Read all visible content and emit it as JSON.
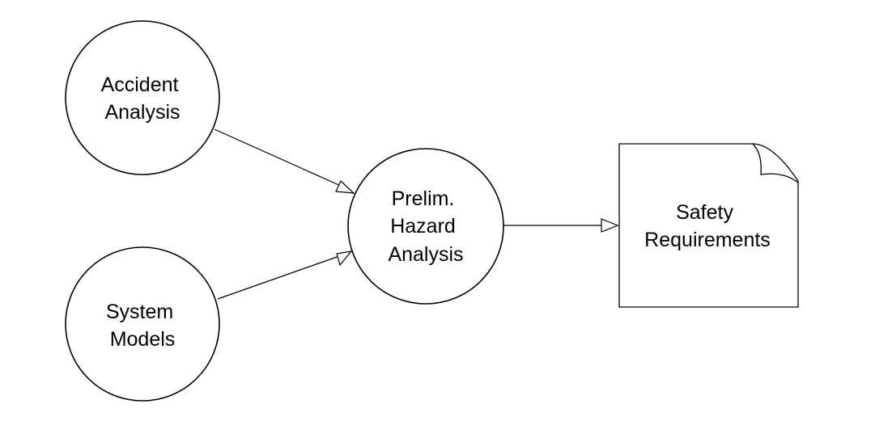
{
  "nodes": {
    "accident_analysis": {
      "lines": [
        "Accident",
        "Analysis"
      ]
    },
    "system_models": {
      "lines": [
        "System",
        "Models"
      ]
    },
    "prelim_hazard_analysis": {
      "lines": [
        "Prelim.",
        "Hazard",
        "Analysis"
      ]
    },
    "safety_requirements": {
      "lines": [
        "Safety",
        "Requirements"
      ]
    }
  },
  "edges": [
    {
      "from": "Accident Analysis",
      "to": "Prelim. Hazard Analysis"
    },
    {
      "from": "System Models",
      "to": "Prelim. Hazard Analysis"
    },
    {
      "from": "Prelim. Hazard Analysis",
      "to": "Safety Requirements"
    }
  ],
  "colors": {
    "stroke": "#000000",
    "fill": "#ffffff",
    "background": "#ffffff"
  }
}
